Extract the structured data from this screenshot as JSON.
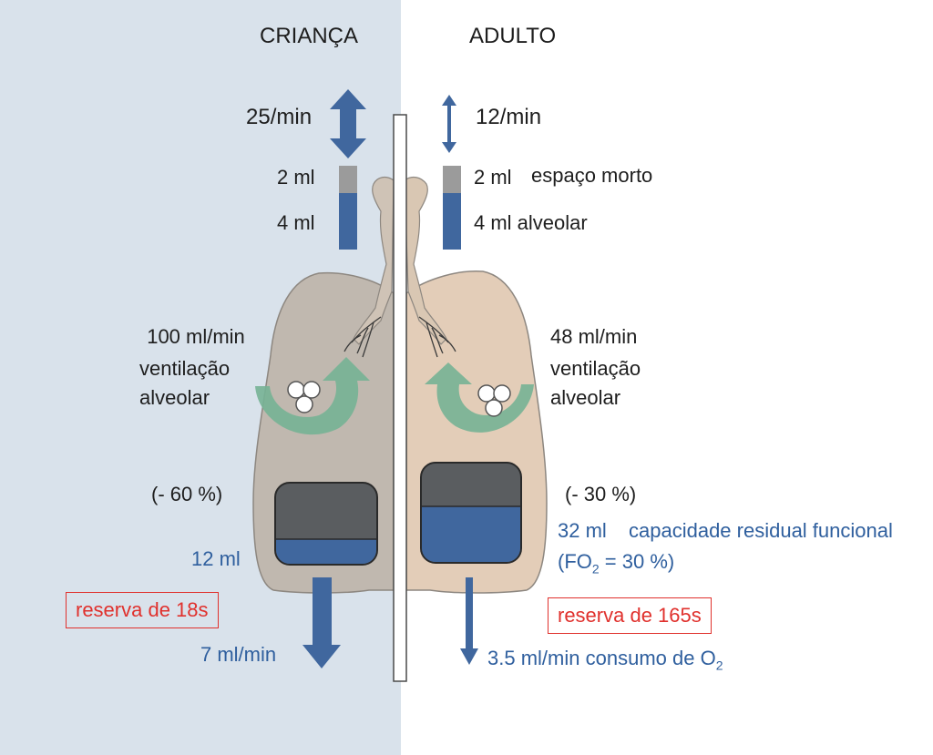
{
  "headers": {
    "child": "CRIANÇA",
    "adult": "ADULTO"
  },
  "child": {
    "resp_rate": "25/min",
    "dead_space": "2 ml",
    "alveolar": "4 ml",
    "alv_vent_value": "100 ml/min",
    "alv_vent_line1": "ventilação",
    "alv_vent_line2": "alveolar",
    "frc_delta": "(- 60 %)",
    "frc": "12 ml",
    "reserve": "reserva de 18s",
    "consumption": "7 ml/min"
  },
  "adult": {
    "resp_rate": "12/min",
    "dead_space": "2 ml",
    "dead_space_label": "espaço morto",
    "alveolar": "4 ml alveolar",
    "alv_vent_value": "48 ml/min",
    "alv_vent_line1": "ventilação",
    "alv_vent_line2": "alveolar",
    "frc_delta": "(- 30 %)",
    "frc": "32 ml",
    "frc_label": "capacidade residual funcional",
    "fo2_open": "(FO",
    "fo2_sub": "2",
    "fo2_close": " = 30 %)",
    "reserve": "reserva de 165s",
    "consumption": "3.5 ml/min",
    "consumption_label": "consumo  de  O",
    "consumption_sub": "2"
  },
  "colors": {
    "child_bg": "#d9e2eb",
    "child_lung": "#c0b8af",
    "adult_lung": "#e3cdb8",
    "blue": "#40679e",
    "gray_fill": "#5a5d60",
    "green_arrow": "#76b395",
    "red": "#e0312d"
  },
  "icons": [
    "double-arrow-icon",
    "down-arrow-icon",
    "alveoli-icon",
    "circular-arrow-icon"
  ]
}
